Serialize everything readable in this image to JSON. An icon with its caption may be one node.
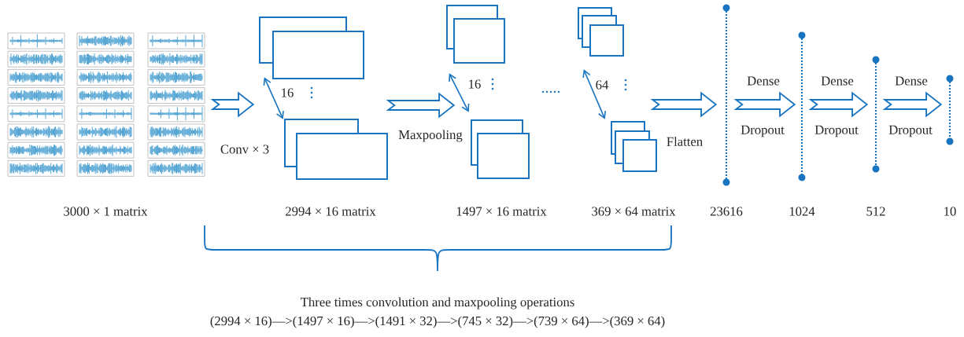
{
  "diagram": {
    "nodes": [
      {
        "text": [],
        "shape": "picture",
        "beside": [
          "3000 × 1 matrix"
        ]
      },
      {
        "text": [],
        "shape": "box"
      },
      {
        "text": [],
        "shape": "box",
        "beside": [
          "2994 × 16 matrix"
        ]
      },
      {
        "text": [],
        "shape": "box"
      },
      {
        "text": [],
        "shape": "box",
        "beside": [
          "1497 × 16 matrix"
        ]
      },
      {
        "text": [],
        "shape": "box"
      },
      {
        "text": [],
        "shape": "box",
        "beside": [
          "369 × 64 matrix"
        ]
      },
      {
        "text": [],
        "shape": "line"
      },
      {
        "text": [],
        "shape": "line"
      },
      {
        "text": [],
        "shape": "line"
      },
      {
        "text": [],
        "shape": "line"
      }
    ],
    "edges": [
      {
        "from": 0,
        "to": 2,
        "arrow": "to",
        "label": "Conv × 3"
      },
      {
        "from": 1,
        "to": 2,
        "arrow": "both",
        "label": "16"
      },
      {
        "from": 2,
        "to": 4,
        "arrow": "to",
        "label": "Maxpooling"
      },
      {
        "from": 3,
        "to": 4,
        "arrow": "both",
        "label": "16"
      },
      {
        "from": 5,
        "to": 6,
        "arrow": "both",
        "label": "64"
      },
      {
        "from": 6,
        "to": 7,
        "arrow": "to",
        "label": "Flatten"
      },
      {
        "from": 7,
        "to": 8,
        "arrow": "to",
        "label": "Dense"
      },
      {
        "from": 8,
        "to": 9,
        "arrow": "to",
        "label": "Dense"
      },
      {
        "from": 9,
        "to": 10,
        "arrow": "to",
        "label": "Dense"
      }
    ],
    "labels": [
      "Dropout",
      "Dropout",
      "Dropout",
      "23616",
      "1024",
      "512",
      "10",
      "Three times convolution and maxpooling operations",
      "(2994 × 16)—>(1497 × 16)—>(1491 × 32)—>(745 × 32)—>(739 × 64)—>(369 × 64)"
    ]
  }
}
